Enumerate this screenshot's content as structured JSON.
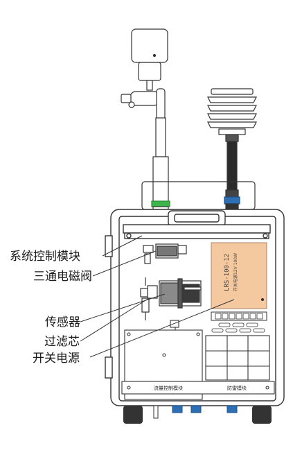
{
  "labels": {
    "system_control_module": "系统控制模块",
    "solenoid_valve": "三通电磁阀",
    "sensor": "传感器",
    "filter_element": "过滤芯",
    "switch_power_supply": "开关电源"
  },
  "power_supply": {
    "model": "LRS-100-12",
    "subtitle": "开关电源12V 100W"
  },
  "bottom_panel": {
    "flow_control_module": "流量控制模块",
    "anti_condensation_module": "防雷模块"
  },
  "colors": {
    "outline": "#333333",
    "power_supply_fill": "#f4c9a0",
    "green_ring": "#3db54a",
    "blue_ring": "#2d6fb5"
  }
}
